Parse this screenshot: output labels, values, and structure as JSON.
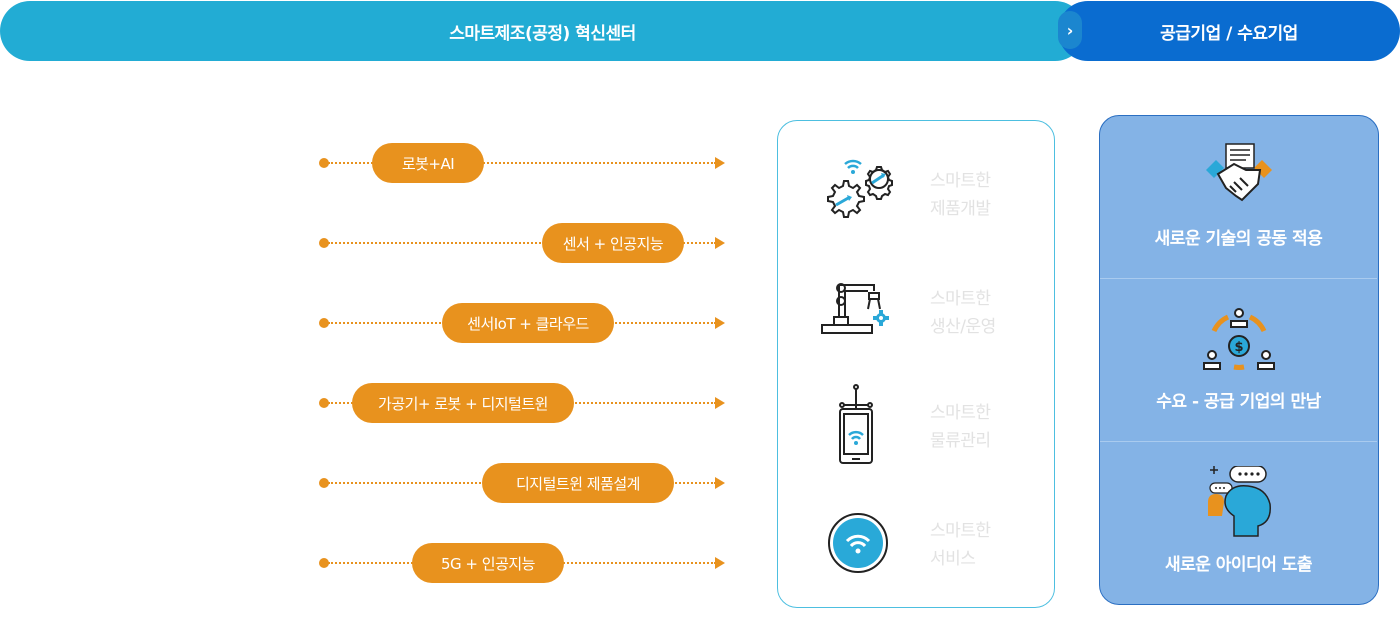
{
  "header": {
    "left_title": "스마트제조(공정) 혁신센터",
    "arrow_glyph": "›",
    "right_title": "공급기업 / 수요기업"
  },
  "technologies": [
    {
      "label": "로봇+AI"
    },
    {
      "label": "센서 + 인공지능"
    },
    {
      "label": "센서IoT + 클라우드"
    },
    {
      "label": "가공기+ 로봇 + 디지털트윈"
    },
    {
      "label": "디지털트윈 제품설계"
    },
    {
      "label": "5G + 인공지능"
    }
  ],
  "smart_areas": [
    {
      "line1": "스마트한",
      "line2": "제품개발",
      "icon": "gears-wifi-icon"
    },
    {
      "line1": "스마트한",
      "line2": "생산/운영",
      "icon": "robot-arm-icon"
    },
    {
      "line1": "스마트한",
      "line2": "물류관리",
      "icon": "smartphone-wifi-icon"
    },
    {
      "line1": "스마트한",
      "line2": "서비스",
      "icon": "wifi-circle-icon"
    }
  ],
  "outcomes": [
    {
      "label": "새로운 기술의 공동 적용",
      "icon": "handshake-icon"
    },
    {
      "label": "수요 - 공급 기업의 만남",
      "icon": "people-exchange-icon"
    },
    {
      "label": "새로운 아이디어 도출",
      "icon": "idea-chat-icon"
    }
  ],
  "colors": {
    "header_left": "#22acd4",
    "header_right": "#0a6cd0",
    "tech_orange": "#e8921e",
    "mid_border": "#4dbfe0",
    "right_panel": "#84b3e6"
  }
}
